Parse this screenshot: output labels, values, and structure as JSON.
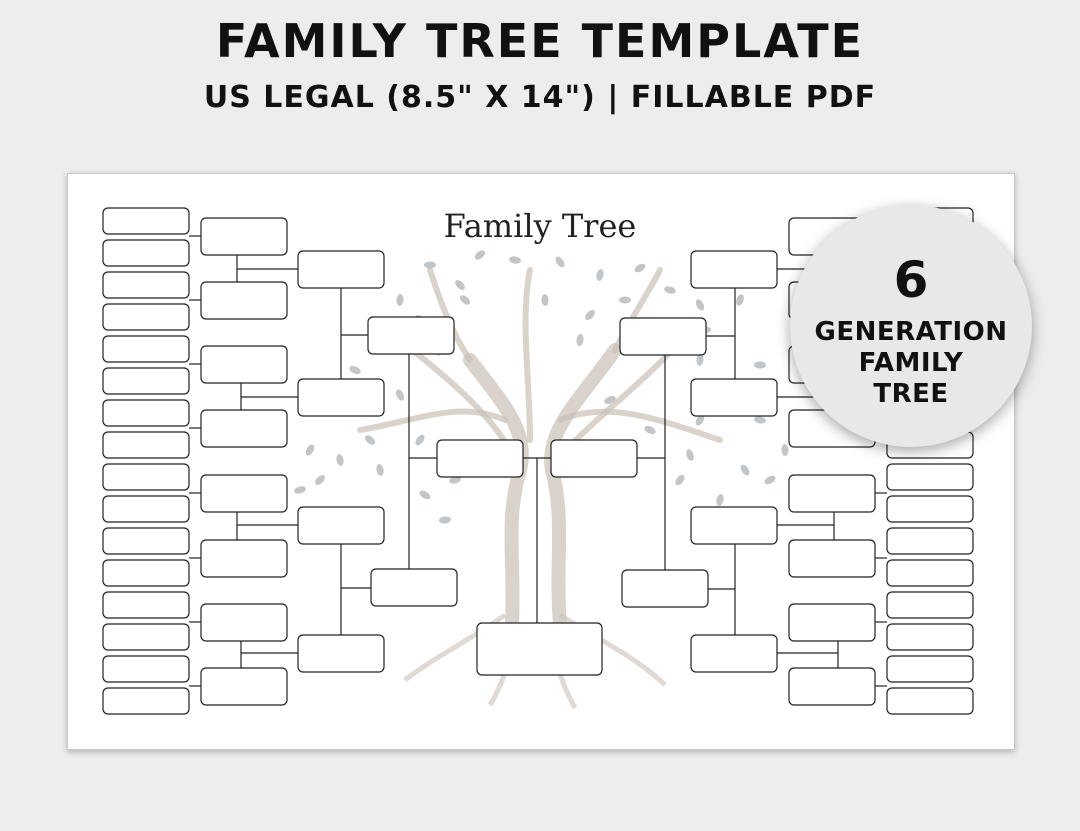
{
  "header": {
    "title": "FAMILY TREE TEMPLATE",
    "subtitle": "US LEGAL (8.5\" X 14\") | FILLABLE PDF"
  },
  "sheet": {
    "title": "Family Tree"
  },
  "badge": {
    "number": "6",
    "text_line1": "GENERATION",
    "text_line2": "FAMILY",
    "text_line3": "TREE"
  },
  "colors": {
    "background": "#eceeed",
    "sheet": "#ffffff",
    "box_border": "#222222",
    "leaf": "#b9bcc0",
    "trunk": "#c9c1b6",
    "badge": "#e7e8e7"
  },
  "icons": [
    "tree-illustration-icon"
  ]
}
